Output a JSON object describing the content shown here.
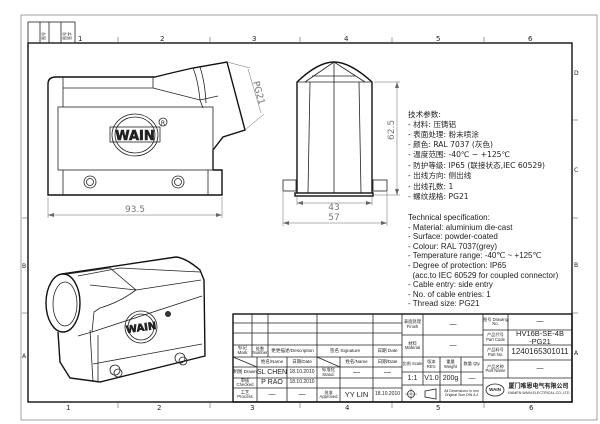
{
  "frame": {
    "columns": [
      "1",
      "2",
      "3",
      "4",
      "5",
      "6"
    ],
    "rows": [
      "D",
      "C",
      "B",
      "A"
    ]
  },
  "views": {
    "front": {
      "logo": "WAIN",
      "registered": "R",
      "width_dim": "93.5",
      "thread_dim": "PG21"
    },
    "side": {
      "height_dim": "62.5",
      "inner_width_dim": "43",
      "outer_width_dim": "57"
    },
    "iso": {
      "logo": "WAIN"
    }
  },
  "specs_cn": {
    "title": "技术参数:",
    "items": [
      "- 材料: 压铸铝",
      "- 表面处理: 粉末喷涂",
      "- 颜色: RAL 7037 (灰色)",
      "- 温度范围: -40℃ ~ +125℃",
      "- 防护等级: IP65 (联接状态,IEC 60529)",
      "- 出线方向: 侧出线",
      "- 出线孔数: 1",
      "- 螺纹规格: PG21"
    ]
  },
  "specs_en": {
    "title": "Technical specification:",
    "items": [
      "- Material: aluminium die-cast",
      "- Surface: powder-coated",
      "- Colour: RAL 7037(grey)",
      "- Temperature range: -40℃ ~ +125℃",
      "- Degree of protection: IP65",
      "  (acc.to IEC 60529 for coupled connector)",
      "- Cable entry: side entry",
      "- No. of cable entries: 1",
      "- Thread size: PG21"
    ]
  },
  "title_block": {
    "mark": "标记 Mark",
    "number": "处数 Number",
    "description": "更更描述/Description",
    "signature": "签名 Signature",
    "date": "日期 Date",
    "name_hdr": "姓名/Name",
    "date_hdr": "日期/Date",
    "drawn": "制图 Drawn",
    "drawn_name": "SL CHEN",
    "drawn_date": "18.10.2010",
    "checked": "审核 Checked",
    "checked_name": "P RAO",
    "checked_date": "18.10.2010",
    "process": "工艺 Process",
    "process_name": "—",
    "process_date": "—",
    "stand": "标准化 Stand.",
    "stand_name": "—",
    "stand_date": "—",
    "approved": "批准 Approved",
    "approved_name": "YY LIN",
    "approved_date": "18.10.2010",
    "finish": "表面处理 Finish",
    "finish_val": "—",
    "material": "材料 Material",
    "material_val": "—",
    "scale": "比例 Scale",
    "scale_val": "1:1",
    "rev": "版本 REV.",
    "rev_val": "V1.0",
    "weight": "重量 Weight",
    "weight_val": "200g",
    "qty": "数量 Qty.",
    "qty_val": "—",
    "dims_note1": "All Dimensions in mm",
    "dims_note2": "Original Size DIN A 4",
    "drawing_no": "图号 Drawing No.",
    "drawing_no_val": "—",
    "part_code": "产品代号 Part Code",
    "part_code_val1": "HV16B-SE-4B",
    "part_code_val2": "-PG21",
    "part_no": "产品料号 Part No.",
    "part_no_val": "1240165301011",
    "part_name": "产品名称 Part Name",
    "part_name_val": "—",
    "company_logo": "WAIN",
    "company_cn": "厦门唯恩电气有限公司",
    "company_en": "XIAMEN WAIN ELECTRICAL CO.,LTD"
  }
}
